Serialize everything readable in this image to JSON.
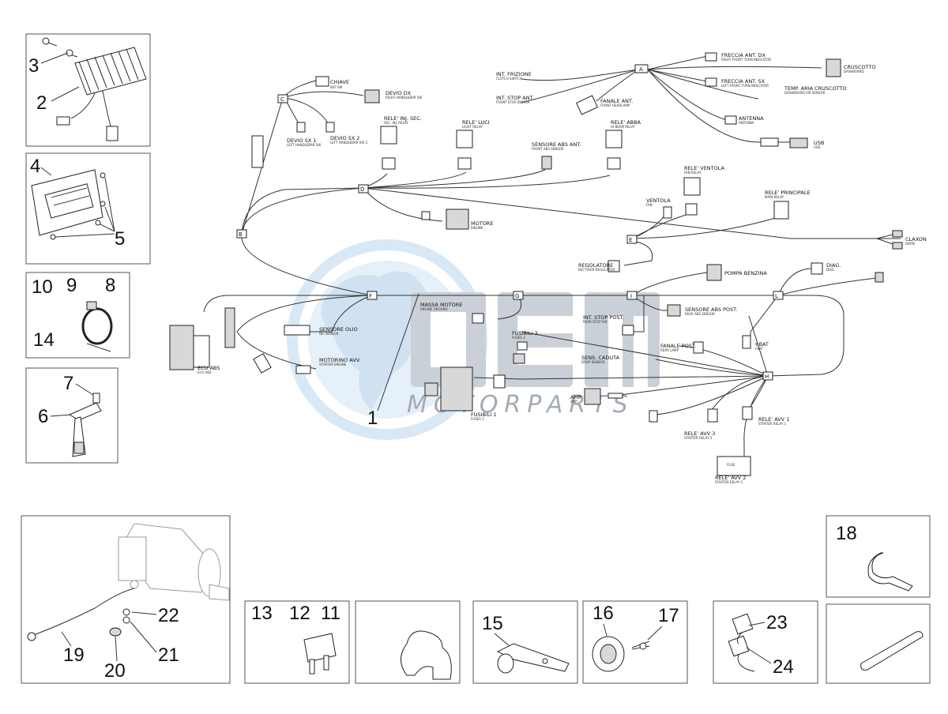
{
  "callouts": {
    "n1": "1",
    "n2": "2",
    "n3": "3",
    "n4": "4",
    "n5": "5",
    "n6": "6",
    "n7": "7",
    "n8": "8",
    "n9": "9",
    "n10": "10",
    "n11": "11",
    "n12": "12",
    "n13": "13",
    "n14": "14",
    "n15": "15",
    "n16": "16",
    "n17": "17",
    "n18": "18",
    "n19": "19",
    "n20": "20",
    "n21": "21",
    "n22": "22",
    "n23": "23",
    "n24": "24"
  },
  "nodes": {
    "a": "A",
    "c": "C",
    "d": "D",
    "b": "B",
    "e": "E",
    "f": "F",
    "g": "G",
    "i": "I",
    "l": "L",
    "h": "H"
  },
  "labels": {
    "chiave": "CHIAVE",
    "chiave_sub": "KEY SW",
    "devio_dx": "DEVIO DX",
    "devio_dx_sub": "RIGHT HANDLEBAR SW",
    "devio_sx1": "DEVIO SX 1",
    "devio_sx1_sub": "LEFT HANDLEBAR SW",
    "devio_sx2": "DEVIO SX 2",
    "devio_sx2_sub": "LEFT HANDLEBAR SW 2",
    "int_frizione": "INT. FRIZIONE",
    "int_frizione_sub": "CLUTCH SWITCH",
    "int_stop_ant": "INT. STOP ANT.",
    "int_stop_ant_sub": "FRONT STOP SWITCH",
    "fanale_ant": "FANALE ANT.",
    "fanale_ant_sub": "FRONT HEADLAMP",
    "freccia_ant_dx": "FRECCIA ANT. DX",
    "freccia_ant_dx_sub": "RIGHT FRONT TURN INDICATOR",
    "freccia_ant_sx": "FRECCIA ANT. SX",
    "freccia_ant_sx_sub": "LEFT FRONT TURN INDICATOR",
    "cruscotto": "CRUSCOTTO",
    "cruscotto_sub": "DASHBOARD",
    "temp_aria": "TEMP. ARIA CRUSCOTTO",
    "temp_aria_sub": "DASHBOARD AIR SENSOR",
    "antenna": "ANTENNA",
    "antenna_sub": "ANTENNA",
    "usb": "USB",
    "usb_sub": "USB",
    "rele_inj": "RELE' INJ. SEC.",
    "rele_inj_sub": "SEC. INJ. RELAY",
    "rele_luci": "RELE' LUCI",
    "rele_luci_sub": "LIGHT RELAY",
    "rele_abba": "RELE' ABBA",
    "rele_abba_sub": "HI BEAM RELAY",
    "sensore_abs_ant": "SENSORE ABS ANT.",
    "sensore_abs_ant_sub": "FRONT ABS SENSOR",
    "rele_ventola": "RELE' VENTOLA",
    "rele_ventola_sub": "FAN RELAY",
    "ventola": "VENTOLA",
    "ventola_sub": "FAN",
    "rele_principale": "RELE' PRINCIPALE",
    "rele_principale_sub": "MAIN RELAY",
    "motore": "MOTORE",
    "motore_sub": "ENGINE",
    "claxon": "CLAXON",
    "claxon_sub": "HORN",
    "regolatore": "REGOLATORE",
    "regolatore_sub": "RECTIFIER REGULATOR",
    "pompa_benzina": "POMPA BENZINA",
    "diag": "DIAG.",
    "diag_sub": "DIAG.",
    "massa_motore": "MASSA MOTORE",
    "massa_motore_sub": "ENGINE GROUND",
    "sensore_olio": "SENSORE OLIO",
    "sensore_olio_sub": "OIL SENSOR",
    "motorino_avv": "MOTORINO AVV.",
    "motorino_avv_sub": "STARTER ENGINE",
    "ecu_abs": "ECU ABS",
    "ecu_abs_sub": "ECU ABS",
    "int_stop_post": "INT. STOP POST.",
    "int_stop_post_sub": "REAR STOP SW",
    "sensore_abs_post": "SENSORE ABS POST.",
    "sensore_abs_post_sub": "REAR ABS SENSOR",
    "fusibili_3": "FUSIBILI 3",
    "fusibili_3_sub": "FUSES 3",
    "fusibili_1": "FUSIBILI 1",
    "fusibili_1_sub": "FUSES 1",
    "sens_caduta": "SENS. CADUTA",
    "sens_caduta_sub": "DROP SENSOR",
    "fanale_post": "FANALE POST.",
    "fanale_post_sub": "REAR LAMP",
    "bat": "+BAT",
    "bat_sub": "+BAT",
    "amp": "AMP",
    "amp_sub": "AMP",
    "rele_avv1": "RELE' AVV 1",
    "rele_avv1_sub": "STARTER RELAY 1",
    "rele_avv3": "RELE' AVV 3",
    "rele_avv3_sub": "STARTER RELAY 3",
    "rele_avv2": "RELE' AVV 2",
    "rele_avv2_sub": "STARTER RELAY 2",
    "fuse_box": "FUSE"
  },
  "watermark": {
    "line1": "OEM",
    "line2": "MOTORPARTS"
  },
  "colors": {
    "line": "#333333",
    "watermark_blue": "#cfe3f2",
    "watermark_grey": "#c8ced4"
  }
}
